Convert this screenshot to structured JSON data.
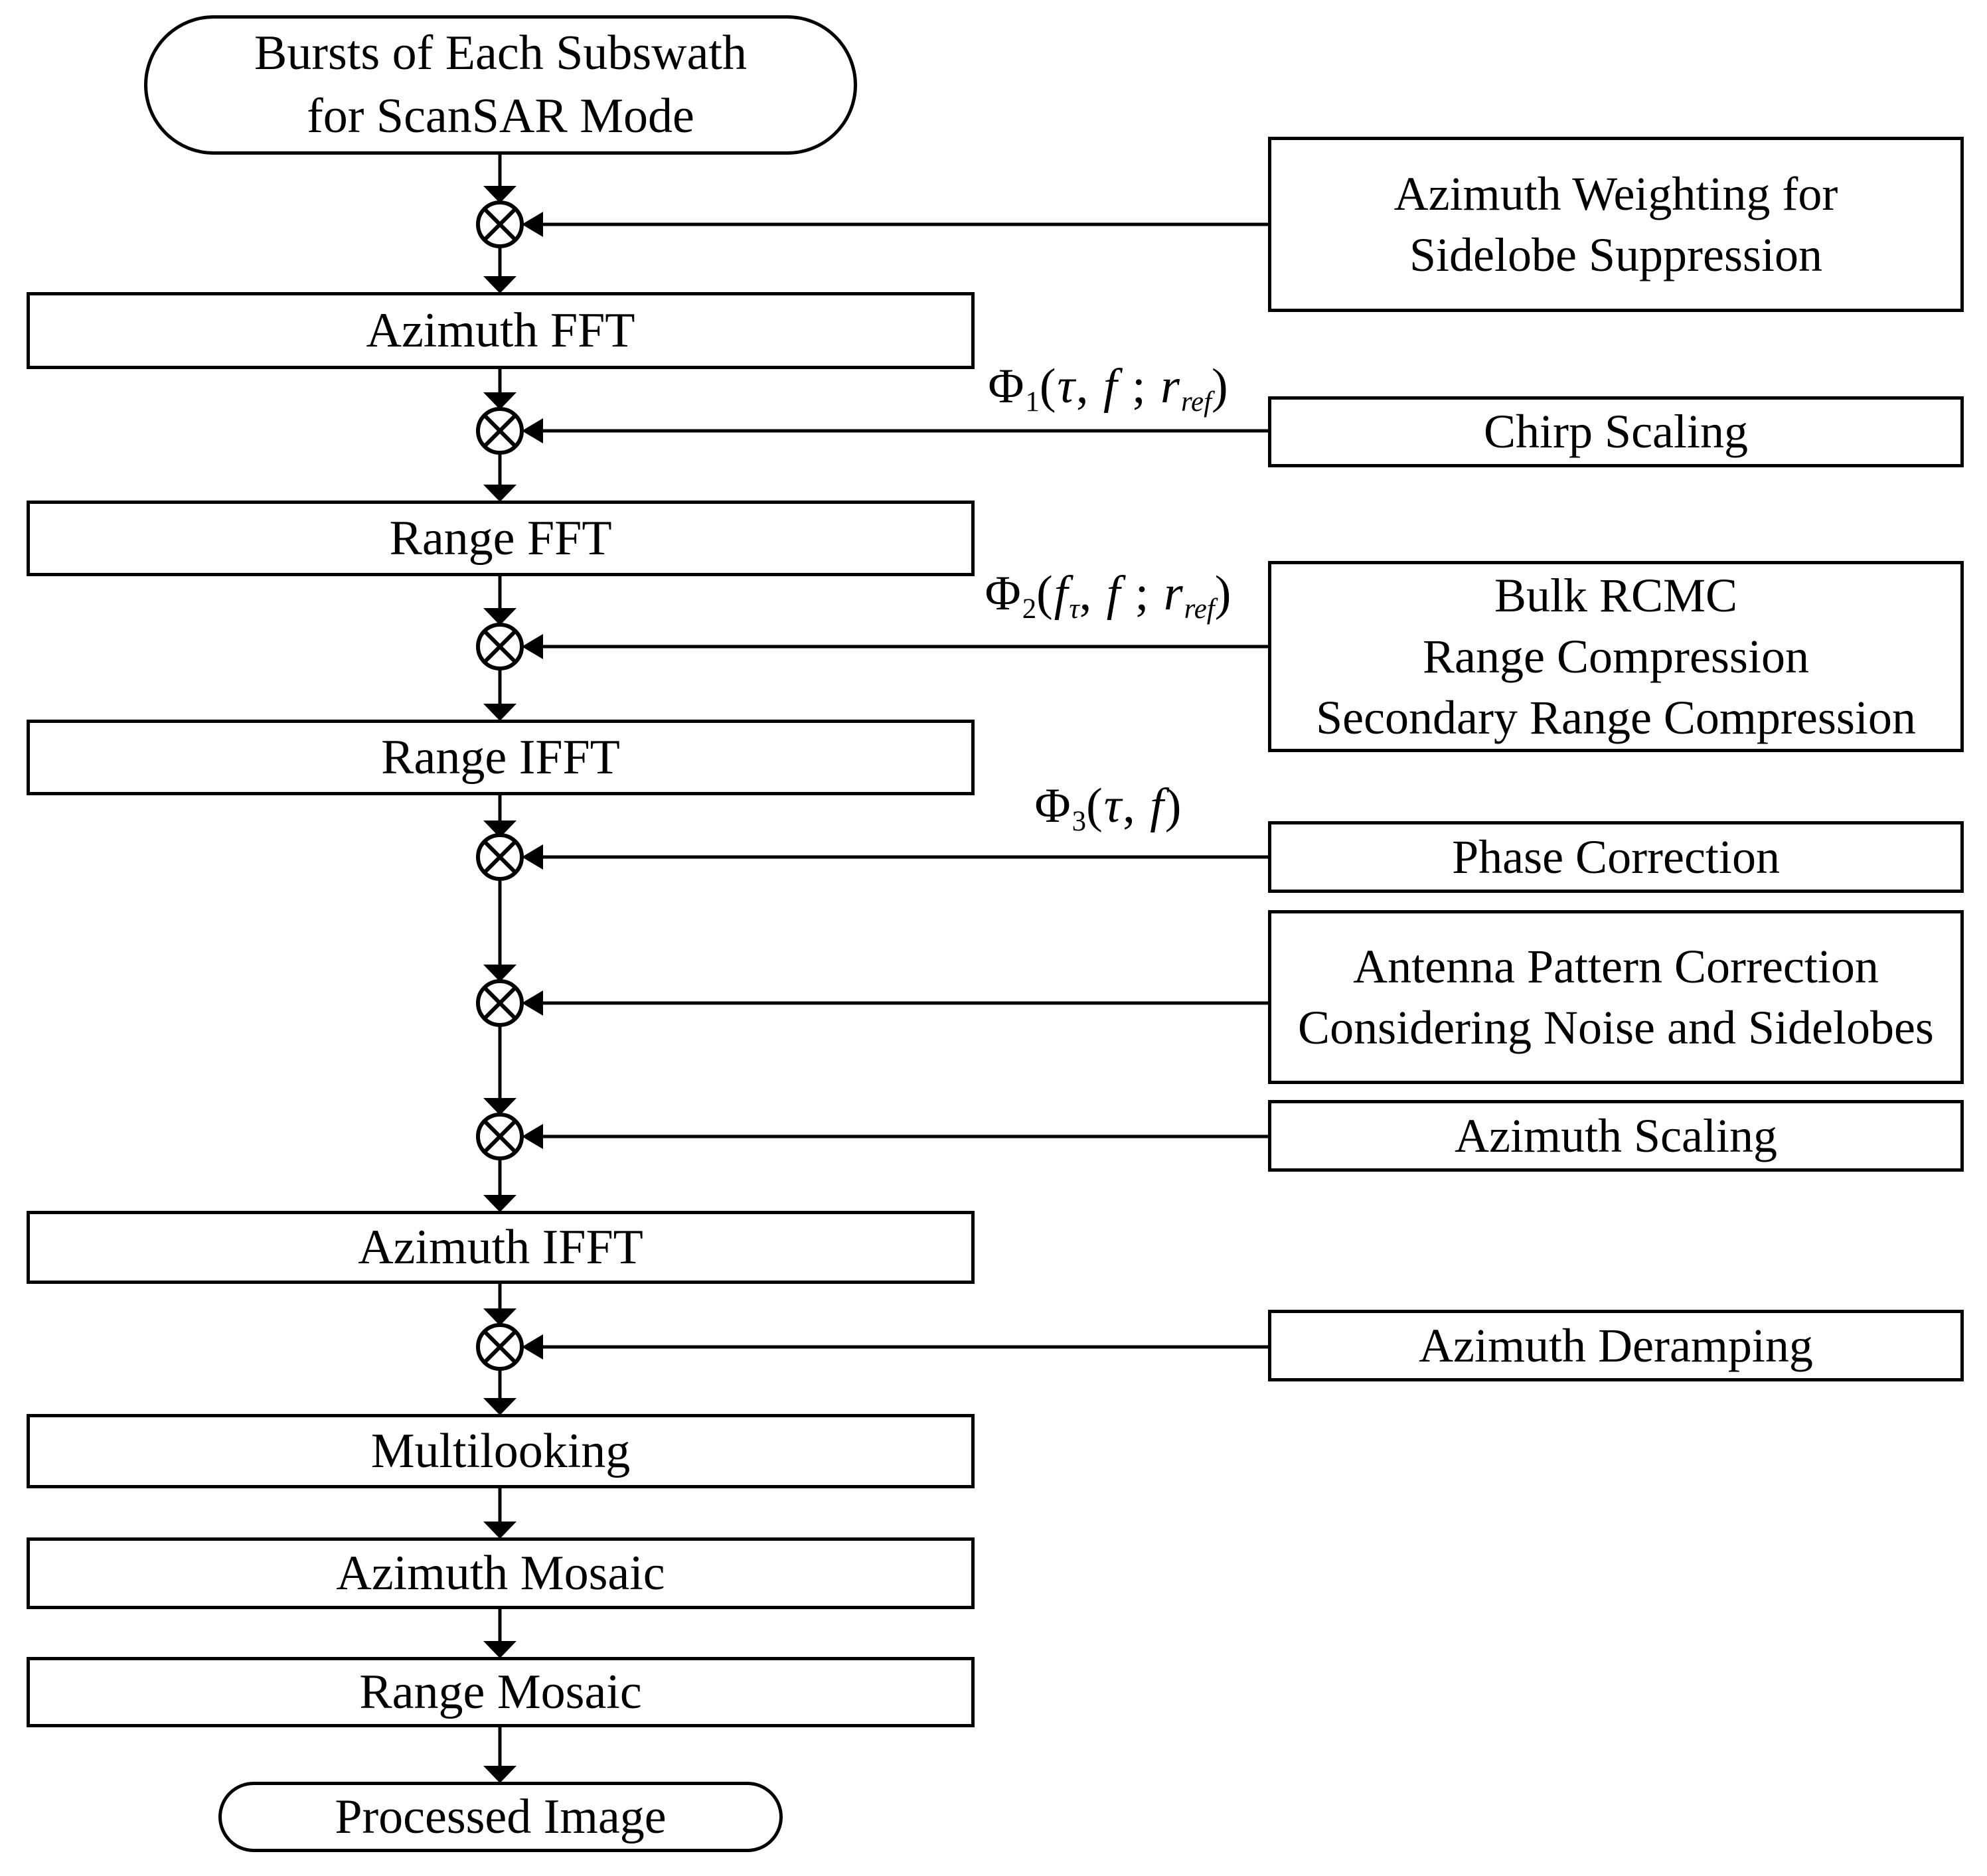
{
  "diagram": {
    "colors": {
      "ink": "#000000",
      "background": "#ffffff"
    },
    "operator_symbol": "multiply-circled-x",
    "start": {
      "lines": [
        "Bursts of Each Subswath",
        "for ScanSAR Mode"
      ]
    },
    "steps": [
      {
        "label": "Azimuth FFT"
      },
      {
        "label": "Range FFT"
      },
      {
        "label": "Range IFFT"
      },
      {
        "label": "Azimuth IFFT"
      },
      {
        "label": "Multilooking"
      },
      {
        "label": "Azimuth Mosaic"
      },
      {
        "label": "Range Mosaic"
      }
    ],
    "end": {
      "label": "Processed Image"
    },
    "inputs": [
      {
        "lines": [
          "Azimuth Weighting for",
          "Sidelobe Suppression"
        ]
      },
      {
        "lines": [
          "Chirp Scaling"
        ]
      },
      {
        "lines": [
          "Bulk RCMC",
          "Range Compression",
          "Secondary Range Compression"
        ]
      },
      {
        "lines": [
          "Phase Correction"
        ]
      },
      {
        "lines": [
          "Antenna Pattern Correction",
          "Considering Noise and Sidelobes"
        ]
      },
      {
        "lines": [
          "Azimuth Scaling"
        ]
      },
      {
        "lines": [
          "Azimuth Deramping"
        ]
      }
    ],
    "formulas": {
      "phi1": [
        {
          "t": "Φ"
        },
        {
          "t": "1",
          "sub": true
        },
        {
          "t": "("
        },
        {
          "t": "τ",
          "i": true
        },
        {
          "t": ", "
        },
        {
          "t": "f",
          "i": true
        },
        {
          "t": " ; "
        },
        {
          "t": "r",
          "i": true
        },
        {
          "t": "ref",
          "sub": true,
          "i": true
        },
        {
          "t": ")"
        }
      ],
      "phi2": [
        {
          "t": "Φ"
        },
        {
          "t": "2",
          "sub": true
        },
        {
          "t": "("
        },
        {
          "t": "f",
          "i": true
        },
        {
          "t": "τ",
          "sub": true,
          "i": true
        },
        {
          "t": ", "
        },
        {
          "t": "f",
          "i": true
        },
        {
          "t": " ; "
        },
        {
          "t": "r",
          "i": true
        },
        {
          "t": "ref",
          "sub": true,
          "i": true
        },
        {
          "t": ")"
        }
      ],
      "phi3": [
        {
          "t": "Φ"
        },
        {
          "t": "3",
          "sub": true
        },
        {
          "t": "("
        },
        {
          "t": "τ",
          "i": true
        },
        {
          "t": ", "
        },
        {
          "t": "f",
          "i": true
        },
        {
          "t": ")"
        }
      ]
    }
  }
}
